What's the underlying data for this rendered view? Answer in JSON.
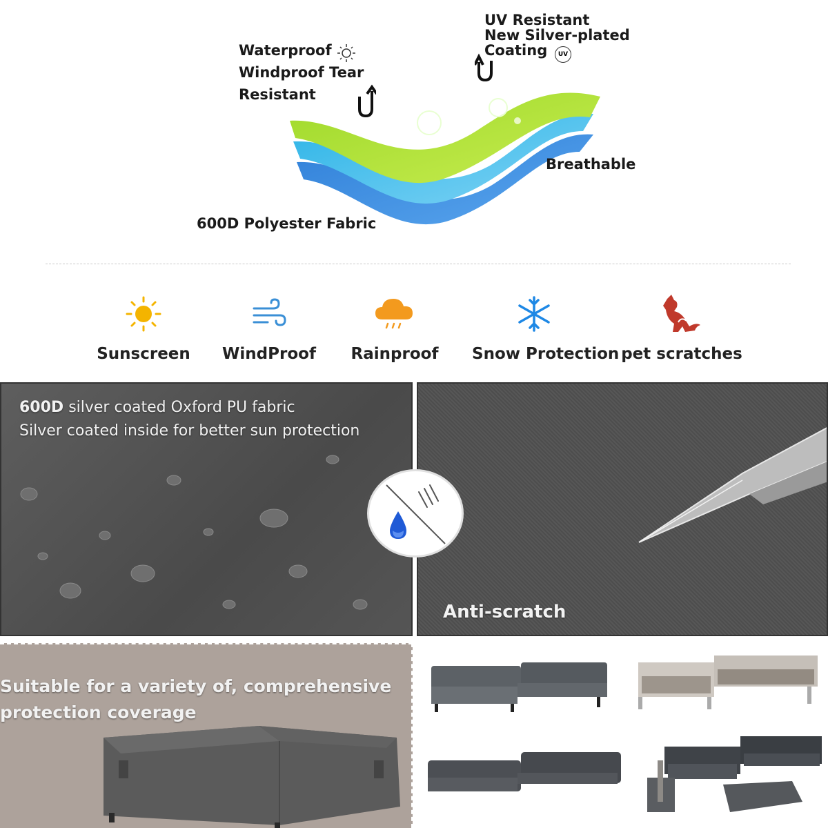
{
  "fabric": {
    "label_waterproof": "Waterproof",
    "label_windproof": "Windproof Tear",
    "label_resistant": "Resistant",
    "label_uv1": "UV Resistant",
    "label_uv2": "New Silver-plated",
    "label_uv3": "Coating",
    "uv_badge": "UV",
    "label_breathable": "Breathable",
    "label_polyester": "600D Polyester Fabric"
  },
  "features": [
    {
      "icon": "sun-icon",
      "label": "Sunscreen",
      "color": "#f4b400"
    },
    {
      "icon": "wind-icon",
      "label": "WindProof",
      "color": "#3a8fd6"
    },
    {
      "icon": "rain-cloud-icon",
      "label": "Rainproof",
      "color": "#f39a1e"
    },
    {
      "icon": "snowflake-icon",
      "label": "Snow Protection",
      "color": "#1e88e5"
    },
    {
      "icon": "pet-icon",
      "label": "pet scratches",
      "color": "#c0392b"
    }
  ],
  "panel_fabric": {
    "line1_bold": "600D",
    "line1_rest": "silver coated Oxford PU fabric",
    "line2": "Silver coated inside for better sun protection"
  },
  "panel_scratch": {
    "label": "Anti-scratch"
  },
  "panel_coverage": {
    "line1": "Suitable for a variety of, comprehensive",
    "line2": "protection coverage"
  }
}
